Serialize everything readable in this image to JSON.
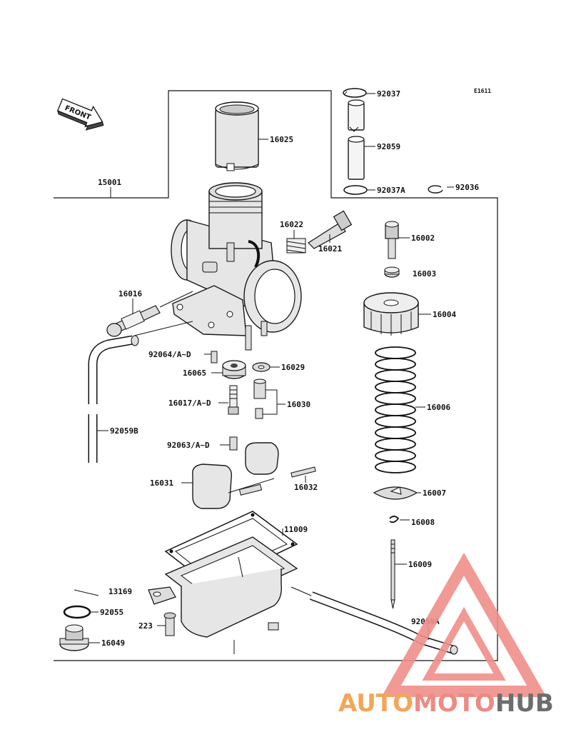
{
  "diagram_code": "E1611",
  "front_label": "FRONT",
  "parts": {
    "p92037": "92037",
    "p92059": "92059",
    "p92037A": "92037A",
    "p92036": "92036",
    "p16025": "16025",
    "p15001": "15001",
    "p16022": "16022",
    "p16021": "16021",
    "p16002": "16002",
    "p16003": "16003",
    "p16016": "16016",
    "p16004": "16004",
    "p92064": "92064/A~D",
    "p16029": "16029",
    "p16065": "16065",
    "p16017": "16017/A~D",
    "p16030": "16030",
    "p16006": "16006",
    "p92059B": "92059B",
    "p92063": "92063/A~D",
    "p16031": "16031",
    "p16032": "16032",
    "p16007": "16007",
    "p16008": "16008",
    "p11009": "11009",
    "p16009": "16009",
    "p13169": "13169",
    "p92055": "92055",
    "p223": "223",
    "p92059A": "92059A",
    "p16049": "16049"
  },
  "watermark": {
    "auto": "AUTO",
    "moto": "MOTO",
    "hub": "HUB"
  },
  "colors": {
    "watermark_triangle": "#f0908a",
    "watermark_auto": "#f2a65a",
    "watermark_moto": "#ee8a84",
    "watermark_hub": "#6d6d6d"
  }
}
